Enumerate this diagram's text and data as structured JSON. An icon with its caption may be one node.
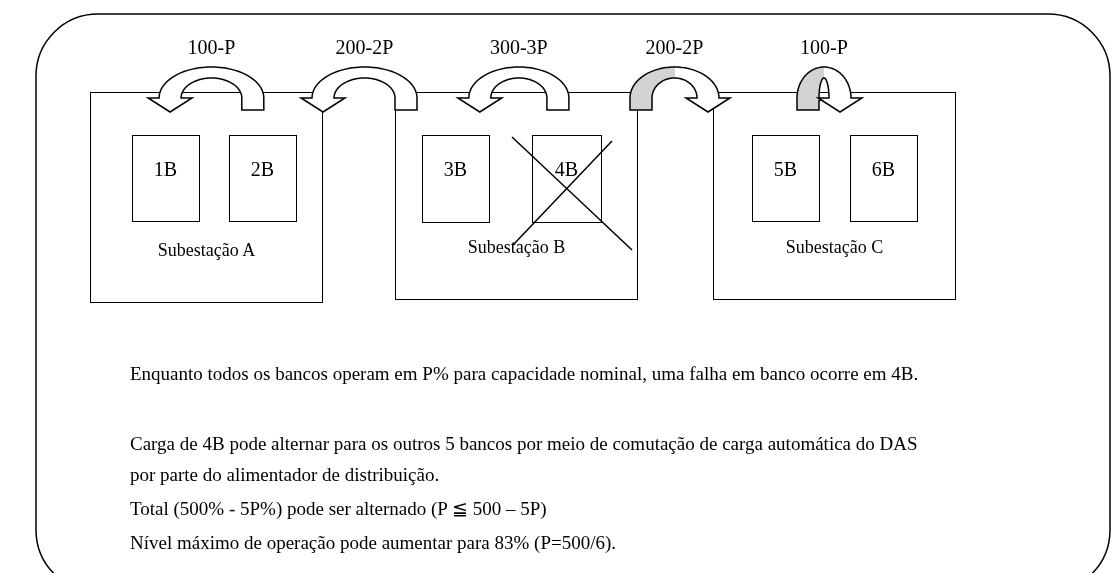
{
  "diagram": {
    "nodes": [
      {
        "text": [
          "Subestação A"
        ]
      },
      {
        "text": [
          "1B"
        ],
        "in": 0
      },
      {
        "text": [
          "2B"
        ],
        "in": 0
      },
      {
        "text": [
          "Subestação B"
        ]
      },
      {
        "text": [
          "3B"
        ],
        "in": 3
      },
      {
        "text": [
          "4B"
        ],
        "in": 3
      },
      {
        "text": [
          "Subestação C"
        ]
      },
      {
        "text": [
          "5B"
        ],
        "in": 6
      },
      {
        "text": [
          "6B"
        ],
        "in": 6
      }
    ],
    "edges": [
      {
        "from": 2,
        "to": 1,
        "arrow": "to",
        "label": "100-P"
      },
      {
        "from": 3,
        "to": 0,
        "arrow": "to",
        "label": "200-2P"
      },
      {
        "from": 5,
        "to": 4,
        "arrow": "to",
        "label": "300-3P"
      },
      {
        "from": 3,
        "to": 6,
        "arrow": "to",
        "label": "200-2P",
        "color": "#d3d3d3"
      },
      {
        "from": 7,
        "to": 8,
        "arrow": "to",
        "label": "100-P",
        "color": "#d3d3d3"
      }
    ],
    "labels": [
      "Enquanto todos os bancos operam em P% para capacidade nominal, uma falha em banco ocorre em 4B.",
      "Carga de 4B pode alternar para os outros 5 bancos por meio de comutação de carga automática do DAS por parte do alimentador de distribuição.",
      "Total (500% - 5P%) pode ser alternado (P ≦ 500 – 5P)",
      "Nível máximo de operação pode aumentar para 83% (P=500/6)."
    ]
  }
}
